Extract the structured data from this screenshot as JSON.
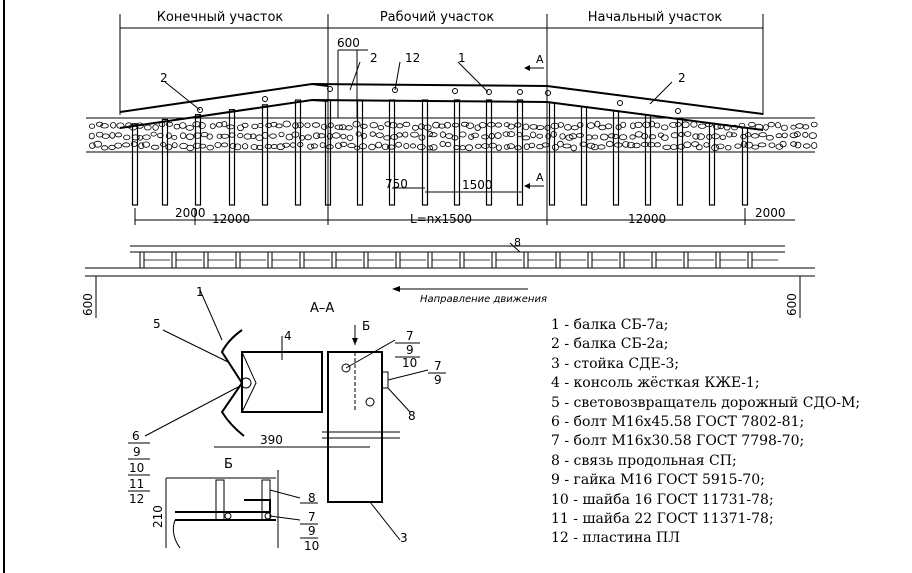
{
  "sections": {
    "end": "Конечный участок",
    "working": "Рабочий участок",
    "start": "Начальный участок"
  },
  "dims": {
    "d600_top": "600",
    "d750": "750",
    "d1500": "1500",
    "d2000_left": "2000",
    "d12000_left": "12000",
    "d_working_len": "L=nx1500",
    "d12000_right": "12000",
    "d2000_right": "2000",
    "d600_left_vert": "600",
    "d600_right_vert": "600",
    "d390": "390",
    "d210": "210"
  },
  "callouts": {
    "c1": "1",
    "c2a": "2",
    "c2b": "2",
    "c2c": "2",
    "c12": "12",
    "c8": "8",
    "sec_a_top": "A",
    "sec_a_bot": "A",
    "p1": "1",
    "p4": "4",
    "p5": "5",
    "p6": "6",
    "p7a": "7",
    "p9a": "9",
    "p10a": "10",
    "p7b": "7",
    "p9b": "9",
    "p8": "8",
    "p3": "3",
    "p9c": "9",
    "p10c": "10",
    "p11c": "11",
    "p12c": "12",
    "b8": "8",
    "b7": "7",
    "b9": "9",
    "b10": "10"
  },
  "labels": {
    "section_aa": "А–А",
    "view_b_top": "Б",
    "view_b_title": "Б",
    "direction": "Направление движения"
  },
  "legend": [
    "1 - балка СБ-7а;",
    "2 - балка СБ-2а;",
    "3 - стойка СДЕ-3;",
    "4 - консоль жёсткая КЖЕ-1;",
    "5 - световозвращатель дорожный СДО-М;",
    "6 - болт М16х45.58 ГОСТ 7802-81;",
    "7 - болт М16х30.58 ГОСТ 7798-70;",
    "8 - связь продольная СП;",
    "9 - гайка М16 ГОСТ 5915-70;",
    "10 - шайба 16 ГОСТ 11731-78;",
    "11 - шайба 22 ГОСТ 11371-78;",
    "12 - пластина ПЛ"
  ]
}
